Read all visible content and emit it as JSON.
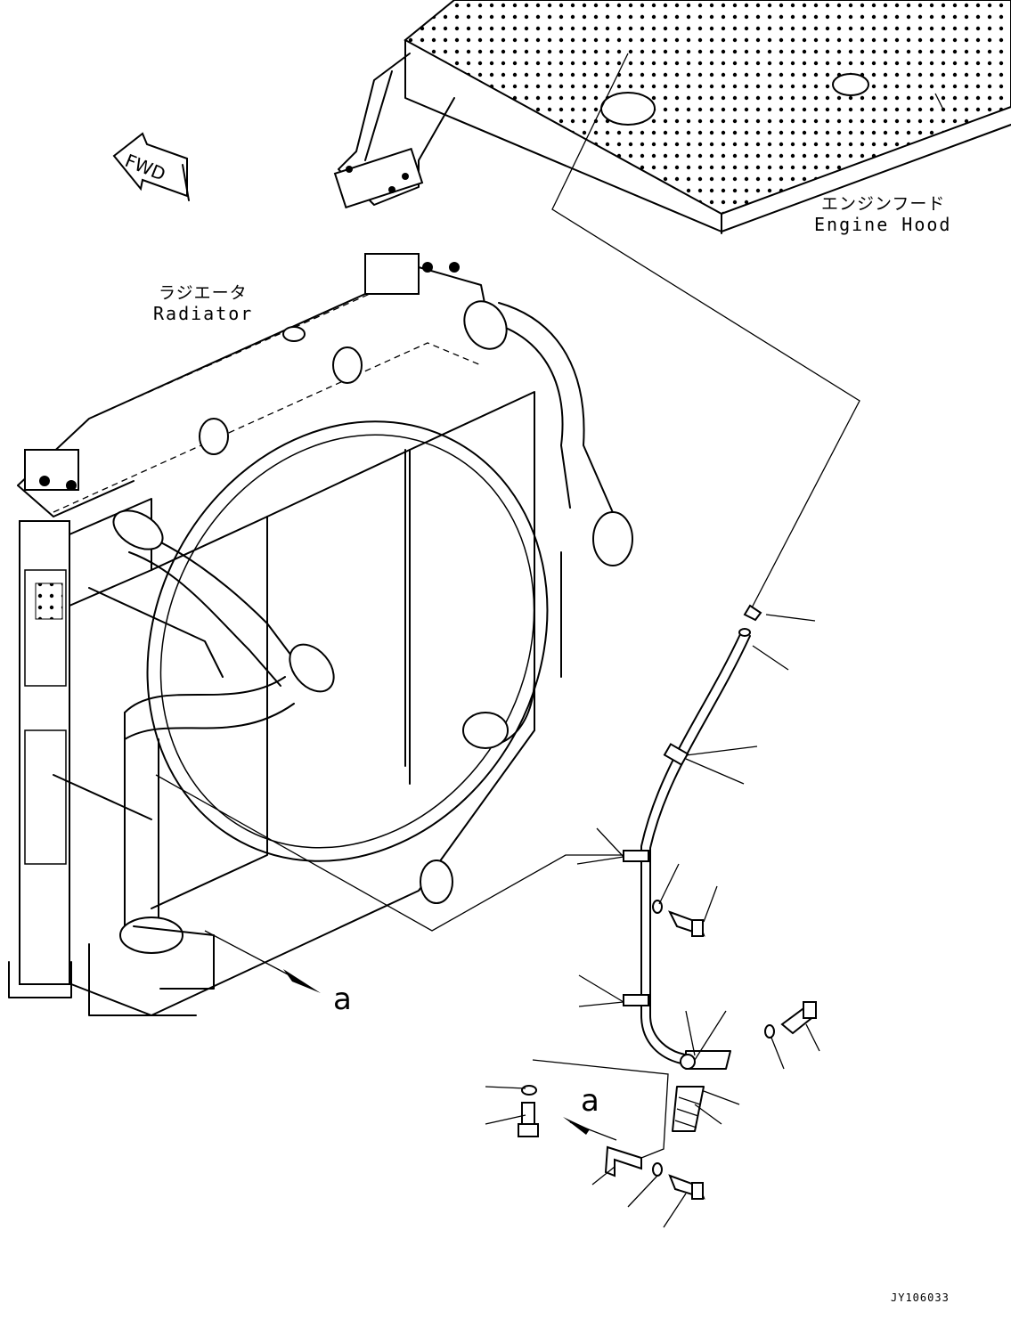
{
  "labels": {
    "engine_hood_jp": "エンジンフード",
    "engine_hood_en": "Engine Hood",
    "radiator_jp": "ラジエータ",
    "radiator_en": "Radiator",
    "fwd": "FWD",
    "view_ref_main": "a",
    "view_ref_detail": "a",
    "drawing_code": "JY106033"
  }
}
